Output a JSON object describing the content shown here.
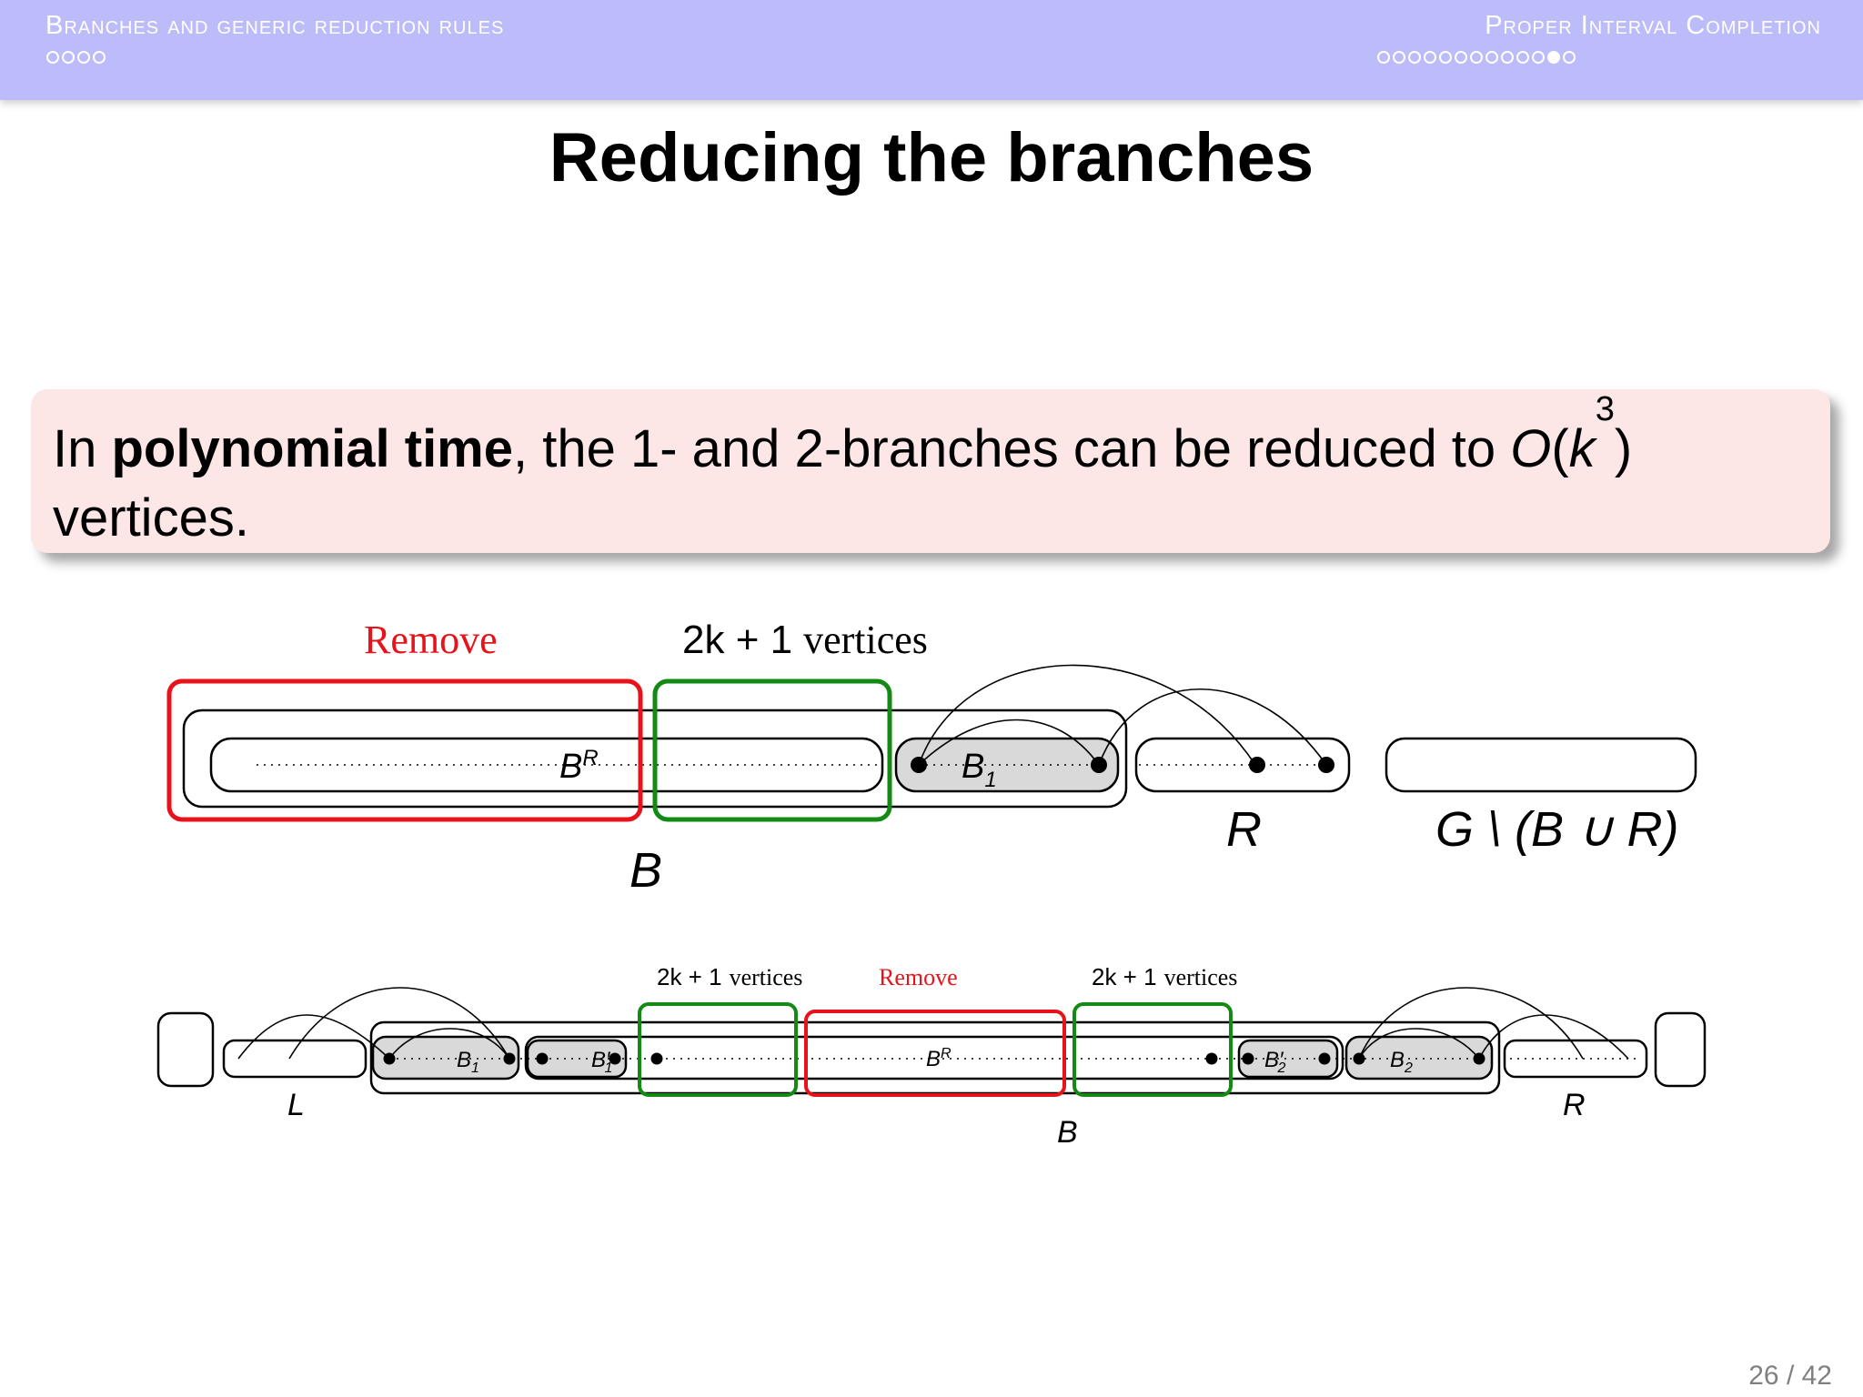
{
  "header": {
    "section": "Branches and generic reduction rules",
    "subsection": "Proper Interval Completion",
    "section_dots": [
      0,
      0,
      0,
      0
    ],
    "subsection_dots": [
      0,
      0,
      0,
      0,
      0,
      0,
      0,
      0,
      0,
      0,
      0,
      1,
      0
    ]
  },
  "slide": {
    "title": "Reducing the branches",
    "block": {
      "prefix": "In ",
      "bold": "polynomial time",
      "middle": ", the 1- and 2-branches can be reduced to ",
      "math_o": "O",
      "math_open": "(",
      "math_k": "k",
      "math_exp": "3",
      "math_close": ")",
      "suffix": "vertices."
    },
    "page": "26 / 42"
  },
  "diagram1": {
    "remove_label": "Remove",
    "count_label_math": "2k + 1",
    "count_label_text": "vertices",
    "br_label": "B",
    "br_sup": "R",
    "b1_label": "B",
    "b1_sub": "1",
    "b_label": "B",
    "r_label": "R",
    "g_label": "G \\ (B ∪ R)",
    "colors": {
      "remove": "#e8121b",
      "count": "#138a13",
      "branch_fill": "#d9d9d9"
    }
  },
  "diagram2": {
    "count_left_math": "2k + 1",
    "count_left_text": "vertices",
    "remove_label": "Remove",
    "count_right_math": "2k + 1",
    "count_right_text": "vertices",
    "b1_label": "B",
    "b1_sub": "1",
    "b1p_label": "B′",
    "b1p_sub": "1",
    "br_label": "B",
    "br_sup": "R",
    "b2p_label": "B′",
    "b2p_sub": "2",
    "b2_label": "B",
    "b2_sub": "2",
    "l_label": "L",
    "b_label": "B",
    "r_label": "R"
  }
}
